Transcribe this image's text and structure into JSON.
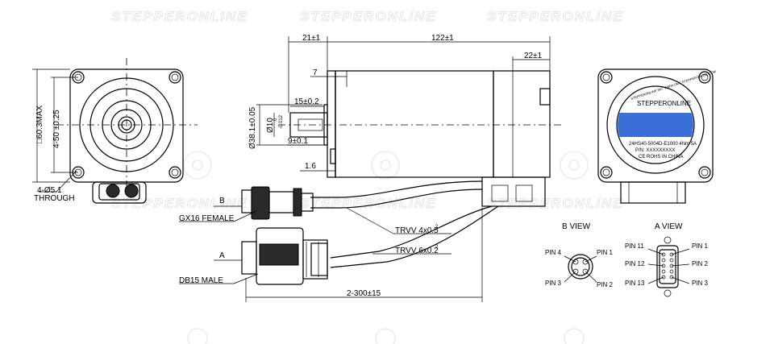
{
  "watermark": {
    "brand": "STEPPERONLINE"
  },
  "front_view": {
    "dim_max": "□60.3MAX",
    "dim_holes": "4-50 ±0.25",
    "dim_through_1": "4-Ø5.1",
    "dim_through_2": "THROUGH"
  },
  "side_view": {
    "dim_21": "21±1",
    "dim_122": "122±1",
    "dim_22": "22±1",
    "dim_7": "7",
    "dim_15": "15±0.2",
    "dim_9": "9±0.1",
    "dim_1_6": "1.6",
    "dim_38": "Ø38.1±0.05",
    "dim_10": "Ø10",
    "dim_10_tol_up": "0",
    "dim_10_tol_down": "-0.012"
  },
  "cables": {
    "label_b": "B",
    "label_a": "A",
    "gx16": "GX16 FEMALE",
    "db15": "DB15 MALE",
    "trvv4": "TRVV 4x0.5",
    "trvv4_sup": "2",
    "trvv6": "TRVV 6x0.2",
    "trvv6_sup": "2",
    "length": "2-300±15"
  },
  "label_view": {
    "brand": "STEPPERONLINE",
    "model_line": "24HS40-5004D-E1000 4Nm 5A",
    "pn_line": "P/N: XXXXXXXXX",
    "origin": "CE   ROHS   IN CHINA",
    "arc_text": "STEPPERONLINE INC. WWW.OMC-STEPPERONLINE.COM",
    "band_color": "#3a6fd8"
  },
  "b_view": {
    "title": "B VIEW",
    "pin4": "PIN 4",
    "pin1": "PIN 1",
    "pin3": "PIN 3",
    "pin2": "PIN 2"
  },
  "a_view": {
    "title": "A VIEW",
    "pin11": "PIN 11",
    "pin1": "PIN 1",
    "pin12": "PIN 12",
    "pin2": "PIN 2",
    "pin13": "PIN 13",
    "pin3": "PIN 3"
  }
}
